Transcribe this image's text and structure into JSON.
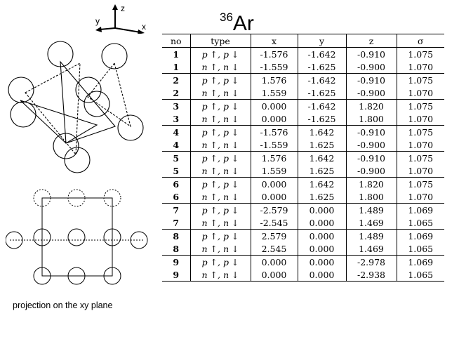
{
  "title": {
    "mass": "36",
    "element": "Ar"
  },
  "axes": {
    "x": "x",
    "y": "y",
    "z": "z"
  },
  "caption": "projection on the xy plane",
  "table": {
    "headers": [
      "no",
      "type",
      "x",
      "y",
      "z",
      "σ"
    ],
    "rows": [
      [
        "1",
        "p ↑, p ↓",
        "-1.576",
        "-1.642",
        "-0.910",
        "1.075"
      ],
      [
        "1",
        "n ↑, n ↓",
        "-1.559",
        "-1.625",
        "-0.900",
        "1.070"
      ],
      [
        "2",
        "p ↑, p ↓",
        "1.576",
        "-1.642",
        "-0.910",
        "1.075"
      ],
      [
        "2",
        "n ↑, n ↓",
        "1.559",
        "-1.625",
        "-0.900",
        "1.070"
      ],
      [
        "3",
        "p ↑, p ↓",
        "0.000",
        "-1.642",
        "1.820",
        "1.075"
      ],
      [
        "3",
        "n ↑, n ↓",
        "0.000",
        "-1.625",
        "1.800",
        "1.070"
      ],
      [
        "4",
        "p ↑, p ↓",
        "-1.576",
        "1.642",
        "-0.910",
        "1.075"
      ],
      [
        "4",
        "n ↑, n ↓",
        "-1.559",
        "1.625",
        "-0.900",
        "1.070"
      ],
      [
        "5",
        "p ↑, p ↓",
        "1.576",
        "1.642",
        "-0.910",
        "1.075"
      ],
      [
        "5",
        "n ↑, n ↓",
        "1.559",
        "1.625",
        "-0.900",
        "1.070"
      ],
      [
        "6",
        "p ↑, p ↓",
        "0.000",
        "1.642",
        "1.820",
        "1.075"
      ],
      [
        "6",
        "n ↑, n ↓",
        "0.000",
        "1.625",
        "1.800",
        "1.070"
      ],
      [
        "7",
        "p ↑, p ↓",
        "-2.579",
        "0.000",
        "1.489",
        "1.069"
      ],
      [
        "7",
        "n ↑, n ↓",
        "-2.545",
        "0.000",
        "1.469",
        "1.065"
      ],
      [
        "8",
        "p ↑, p ↓",
        "2.579",
        "0.000",
        "1.489",
        "1.069"
      ],
      [
        "8",
        "n ↑, n ↓",
        "2.545",
        "0.000",
        "1.469",
        "1.065"
      ],
      [
        "9",
        "p ↑, p ↓",
        "0.000",
        "0.000",
        "-2.978",
        "1.069"
      ],
      [
        "9",
        "n ↑, n ↓",
        "0.000",
        "0.000",
        "-2.938",
        "1.065"
      ]
    ]
  }
}
